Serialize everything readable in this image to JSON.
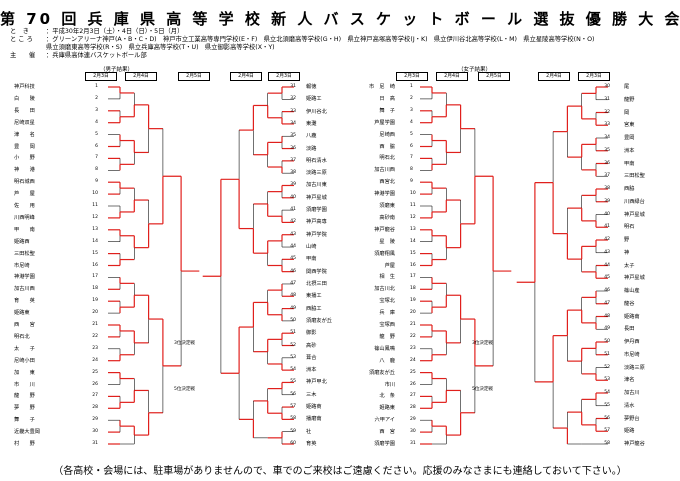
{
  "title": "第 70 回 兵 庫 県 高 等 学 校 新 人 バ ス ケ ッ ト ボ ー ル 選 抜 優 勝 大 会",
  "info": [
    {
      "label": "と　き",
      "text": "：平成30年2月3日（土）・4日（日）・5日（月）"
    },
    {
      "label": "と こ ろ",
      "text": "：グリーンアリーナ神戸(A・B・C・D)　神戸市立工業高等専門学校(E・F)　県立北須磨高等学校(G・H)　県立神戸高塚高等学校(J・K)　県立伊川谷北高等学校(L・M)　県立星陵高等学校(N・O)"
    },
    {
      "label": "",
      "text": "県立須磨東高等学校(R・S)　県立兵庫高等学校(T・U)　県立御影高等学校(X・Y)"
    },
    {
      "label": "主　　催",
      "text": "：兵庫県高体連バスケットボール部"
    }
  ],
  "divisions": {
    "boys": "（男子結果）",
    "girls": "（女子結果）"
  },
  "dates": {
    "d3": "2月3日",
    "d4": "2月4日",
    "d5": "2月5日"
  },
  "third_place": "3位決定戦",
  "fifth_place": "5位決定戦",
  "footer": "（各高校・会場には、駐車場がありませんので、車でのご来校はご遠慮ください。応援のみなさまにも連絡しておいて下さい。）",
  "boys_left": [
    {
      "n": "1",
      "name": "神戸科技"
    },
    {
      "n": "2",
      "name": "白　　陵"
    },
    {
      "n": "3",
      "name": "長　　田"
    },
    {
      "n": "4",
      "name": "尼崎双星"
    },
    {
      "n": "5",
      "name": "津　　名"
    },
    {
      "n": "6",
      "name": "豊　　岡"
    },
    {
      "n": "7",
      "name": "小　　野"
    },
    {
      "n": "8",
      "name": "神　　港"
    },
    {
      "n": "9",
      "name": "明石城西"
    },
    {
      "n": "10",
      "name": "芦　　屋"
    },
    {
      "n": "11",
      "name": "佐　　用"
    },
    {
      "n": "12",
      "name": "川西明峰"
    },
    {
      "n": "13",
      "name": "甲　　南"
    },
    {
      "n": "14",
      "name": "姫路西"
    },
    {
      "n": "15",
      "name": "三田松聖"
    },
    {
      "n": "16",
      "name": "市尼崎"
    },
    {
      "n": "17",
      "name": "神港学園"
    },
    {
      "n": "18",
      "name": "加古川西"
    },
    {
      "n": "19",
      "name": "育　　英"
    },
    {
      "n": "20",
      "name": "姫路東"
    },
    {
      "n": "21",
      "name": "西　　宮"
    },
    {
      "n": "22",
      "name": "明石北"
    },
    {
      "n": "23",
      "name": "太　　子"
    },
    {
      "n": "24",
      "name": "尼崎小田"
    },
    {
      "n": "25",
      "name": "加　　東"
    },
    {
      "n": "26",
      "name": "市　　川"
    },
    {
      "n": "27",
      "name": "龍　　野"
    },
    {
      "n": "28",
      "name": "夢　　野"
    },
    {
      "n": "29",
      "name": "舞　　子"
    },
    {
      "n": "30",
      "name": "近畿大豊岡"
    },
    {
      "n": "31",
      "name": "村　　野"
    }
  ],
  "boys_right": [
    {
      "n": "31",
      "name": "報徳"
    },
    {
      "n": "32",
      "name": "姫路工"
    },
    {
      "n": "33",
      "name": "伊川谷北"
    },
    {
      "n": "34",
      "name": "東灘"
    },
    {
      "n": "35",
      "name": "八鹿"
    },
    {
      "n": "36",
      "name": "淡路"
    },
    {
      "n": "37",
      "name": "明石清水"
    },
    {
      "n": "38",
      "name": "淡路三原"
    },
    {
      "n": "39",
      "name": "加古川東"
    },
    {
      "n": "40",
      "name": "神戸星城"
    },
    {
      "n": "41",
      "name": "須磨学園"
    },
    {
      "n": "42",
      "name": "神戸高専"
    },
    {
      "n": "43",
      "name": "神戸学院"
    },
    {
      "n": "44",
      "name": "山崎"
    },
    {
      "n": "45",
      "name": "甲南"
    },
    {
      "n": "46",
      "name": "関西学院"
    },
    {
      "n": "47",
      "name": "北摂三田"
    },
    {
      "n": "48",
      "name": "東播工"
    },
    {
      "n": "49",
      "name": "西脇工"
    },
    {
      "n": "50",
      "name": "須磨友が丘"
    },
    {
      "n": "51",
      "name": "御影"
    },
    {
      "n": "52",
      "name": "高砂"
    },
    {
      "n": "53",
      "name": "葺合"
    },
    {
      "n": "54",
      "name": "洲本"
    },
    {
      "n": "55",
      "name": "神戸甲北"
    },
    {
      "n": "56",
      "name": "三木"
    },
    {
      "n": "57",
      "name": "姫路商"
    },
    {
      "n": "58",
      "name": "播磨南"
    },
    {
      "n": "59",
      "name": "社"
    },
    {
      "n": "60",
      "name": "育英"
    }
  ],
  "girls_left": [
    {
      "n": "1",
      "name": "市　尼　崎"
    },
    {
      "n": "2",
      "name": "日　高"
    },
    {
      "n": "3",
      "name": "舞　子"
    },
    {
      "n": "4",
      "name": "芦屋学園"
    },
    {
      "n": "5",
      "name": "尼崎西"
    },
    {
      "n": "6",
      "name": "西　脇"
    },
    {
      "n": "7",
      "name": "明石北"
    },
    {
      "n": "8",
      "name": "加古川西"
    },
    {
      "n": "9",
      "name": "西宮北"
    },
    {
      "n": "10",
      "name": "神港学園"
    },
    {
      "n": "11",
      "name": "須磨東"
    },
    {
      "n": "12",
      "name": "高砂南"
    },
    {
      "n": "13",
      "name": "神戸龍谷"
    },
    {
      "n": "14",
      "name": "星　陵"
    },
    {
      "n": "15",
      "name": "須磨翔風"
    },
    {
      "n": "16",
      "name": "芦屋"
    },
    {
      "n": "17",
      "name": "相　生"
    },
    {
      "n": "18",
      "name": "加古川北"
    },
    {
      "n": "19",
      "name": "宝塚北"
    },
    {
      "n": "20",
      "name": "兵　庫"
    },
    {
      "n": "21",
      "name": "宝塚西"
    },
    {
      "n": "22",
      "name": "龍　野"
    },
    {
      "n": "23",
      "name": "篠山鳳鳴"
    },
    {
      "n": "24",
      "name": "八　鹿"
    },
    {
      "n": "25",
      "name": "須磨友が丘"
    },
    {
      "n": "26",
      "name": "市川"
    },
    {
      "n": "27",
      "name": "北　条"
    },
    {
      "n": "28",
      "name": "姫路東"
    },
    {
      "n": "29",
      "name": "六甲アイ"
    },
    {
      "n": "30",
      "name": "西　宮"
    },
    {
      "n": "31",
      "name": "須磨学園"
    }
  ],
  "girls_right": [
    {
      "n": "30",
      "name": "尾"
    },
    {
      "n": "31",
      "name": "龍野"
    },
    {
      "n": "32",
      "name": "岡"
    },
    {
      "n": "33",
      "name": "宮東"
    },
    {
      "n": "34",
      "name": "豊岡"
    },
    {
      "n": "35",
      "name": "洲本"
    },
    {
      "n": "36",
      "name": "甲南"
    },
    {
      "n": "37",
      "name": "三田松聖"
    },
    {
      "n": "38",
      "name": "西脇"
    },
    {
      "n": "39",
      "name": "川西緑台"
    },
    {
      "n": "40",
      "name": "神戸星城"
    },
    {
      "n": "41",
      "name": "明石"
    },
    {
      "n": "42",
      "name": "野"
    },
    {
      "n": "43",
      "name": "神"
    },
    {
      "n": "44",
      "name": "太子"
    },
    {
      "n": "45",
      "name": "神戸星城"
    },
    {
      "n": "46",
      "name": "篠山産"
    },
    {
      "n": "47",
      "name": "龍谷"
    },
    {
      "n": "48",
      "name": "姫路南"
    },
    {
      "n": "49",
      "name": "長田"
    },
    {
      "n": "50",
      "name": "伊丹西"
    },
    {
      "n": "51",
      "name": "市尼崎"
    },
    {
      "n": "52",
      "name": "淡路三原"
    },
    {
      "n": "53",
      "name": "津名"
    },
    {
      "n": "54",
      "name": "加古川"
    },
    {
      "n": "55",
      "name": "清水"
    },
    {
      "n": "56",
      "name": "夢野台"
    },
    {
      "n": "57",
      "name": "姫路"
    },
    {
      "n": "58",
      "name": "神戸龍谷"
    }
  ]
}
